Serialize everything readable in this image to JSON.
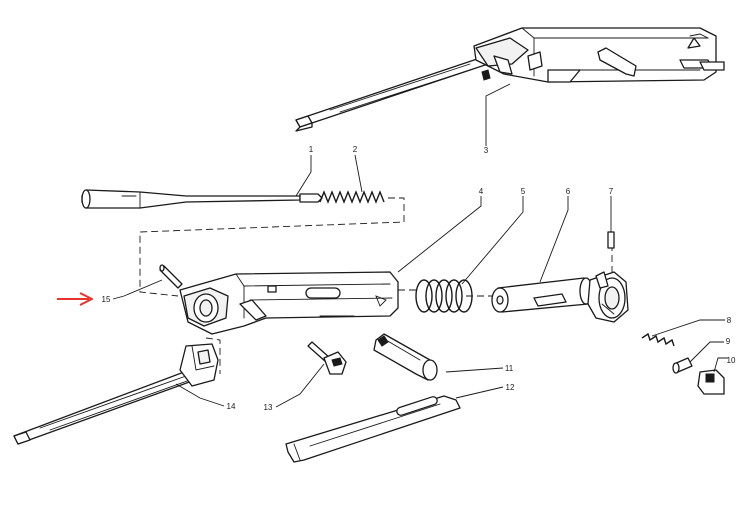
{
  "callouts": {
    "c1": "1",
    "c2": "2",
    "c3": "3",
    "c4": "4",
    "c5": "5",
    "c6": "6",
    "c7": "7",
    "c8": "8",
    "c9": "9",
    "c10": "10",
    "c11": "11",
    "c12": "12",
    "c13": "13",
    "c14": "14",
    "c15": "15"
  },
  "colors": {
    "ink": "#1a1a1a",
    "highlight_arrow": "#e8322b",
    "background": "#ffffff"
  }
}
